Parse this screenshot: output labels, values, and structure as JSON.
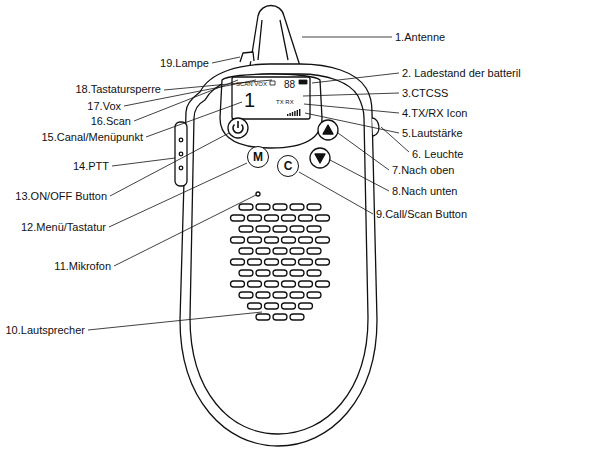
{
  "diagram": {
    "nodes": [
      {
        "text": [
          "SCAN VOX",
          "88",
          "1",
          "TX RX"
        ]
      },
      {
        "text": [
          "M"
        ]
      },
      {
        "text": [
          "C"
        ]
      }
    ],
    "labels": [
      "1.Antenne",
      "2. Ladestand der batteril",
      "3.CTCSS",
      "4.TX/RX Icon",
      "5.Lautstärke",
      "6. Leuchte",
      "7.Nach oben",
      "8.Nach unten",
      "9.Call/Scan Button",
      "10.Lautsprecher",
      "11.Mikrofon",
      "12.Menü/Tastatur",
      "13.ON/OFF Button",
      "14.PTT",
      "15.Canal/Menüpunkt",
      "16.Scan",
      "17.Vox",
      "18.Tastatursperre",
      "19.Lampe"
    ]
  }
}
